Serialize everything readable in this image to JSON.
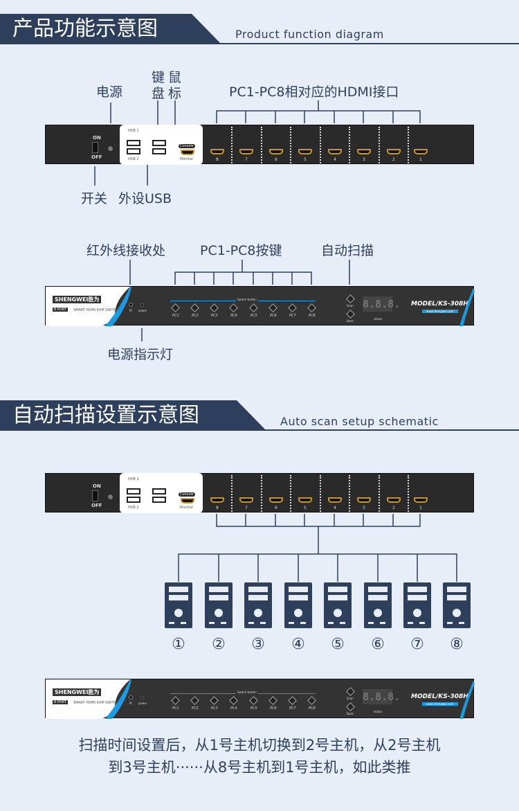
{
  "section1": {
    "title": "产品功能示意图",
    "subtitle": "Product function diagram"
  },
  "section2": {
    "title": "自动扫描设置示意图",
    "subtitle": "Auto scan setup schematic"
  },
  "back_labels": {
    "power": "电源",
    "keyboard": "键盘",
    "keyboard_c1": "键",
    "keyboard_c2": "盘",
    "mouse_c1": "鼠",
    "mouse_c2": "标",
    "hdmi": "PC1-PC8相对应的HDMI接口",
    "switch": "开关",
    "usb": "外设USB"
  },
  "front_labels": {
    "ir": "红外线接收处",
    "buttons": "PC1-PC8按键",
    "autoscan": "自动扫描",
    "power_led": "电源指示灯"
  },
  "back_panel": {
    "on": "ON",
    "off": "OFF",
    "hub1": "HUB 1",
    "hub2": "HUB 2",
    "console": "Console",
    "monitor": "Monitor",
    "port_numbers": [
      "8",
      "7",
      "6",
      "5",
      "4",
      "3",
      "2",
      "1"
    ]
  },
  "front_panel": {
    "brand": "SHENGWEI胜为",
    "port_badge": "8 PORT",
    "product": "SMART HDMI KVM SWITCH",
    "ir": "IR",
    "power": "power",
    "switch_button": "Switch button",
    "buttons": [
      "PC1",
      "PC2",
      "PC3",
      "PC4",
      "PC5",
      "PC6",
      "PC7",
      "PC8"
    ],
    "scan": "Scan",
    "back": "Back",
    "display": "8.8.8.",
    "status": "status",
    "model": "MODEL/KS-308H",
    "url": "www.shengwei.com"
  },
  "computers": [
    "①",
    "②",
    "③",
    "④",
    "⑤",
    "⑥",
    "⑦",
    "⑧"
  ],
  "footer": {
    "line1": "扫描时间设置后，从1号主机切换到2号主机，从2号主机",
    "line2": "到3号主机······从8号主机到1号主机，如此类推"
  },
  "colors": {
    "navy": "#2e3f5c",
    "background": "#e7eef8",
    "accent": "#1e9be0"
  }
}
